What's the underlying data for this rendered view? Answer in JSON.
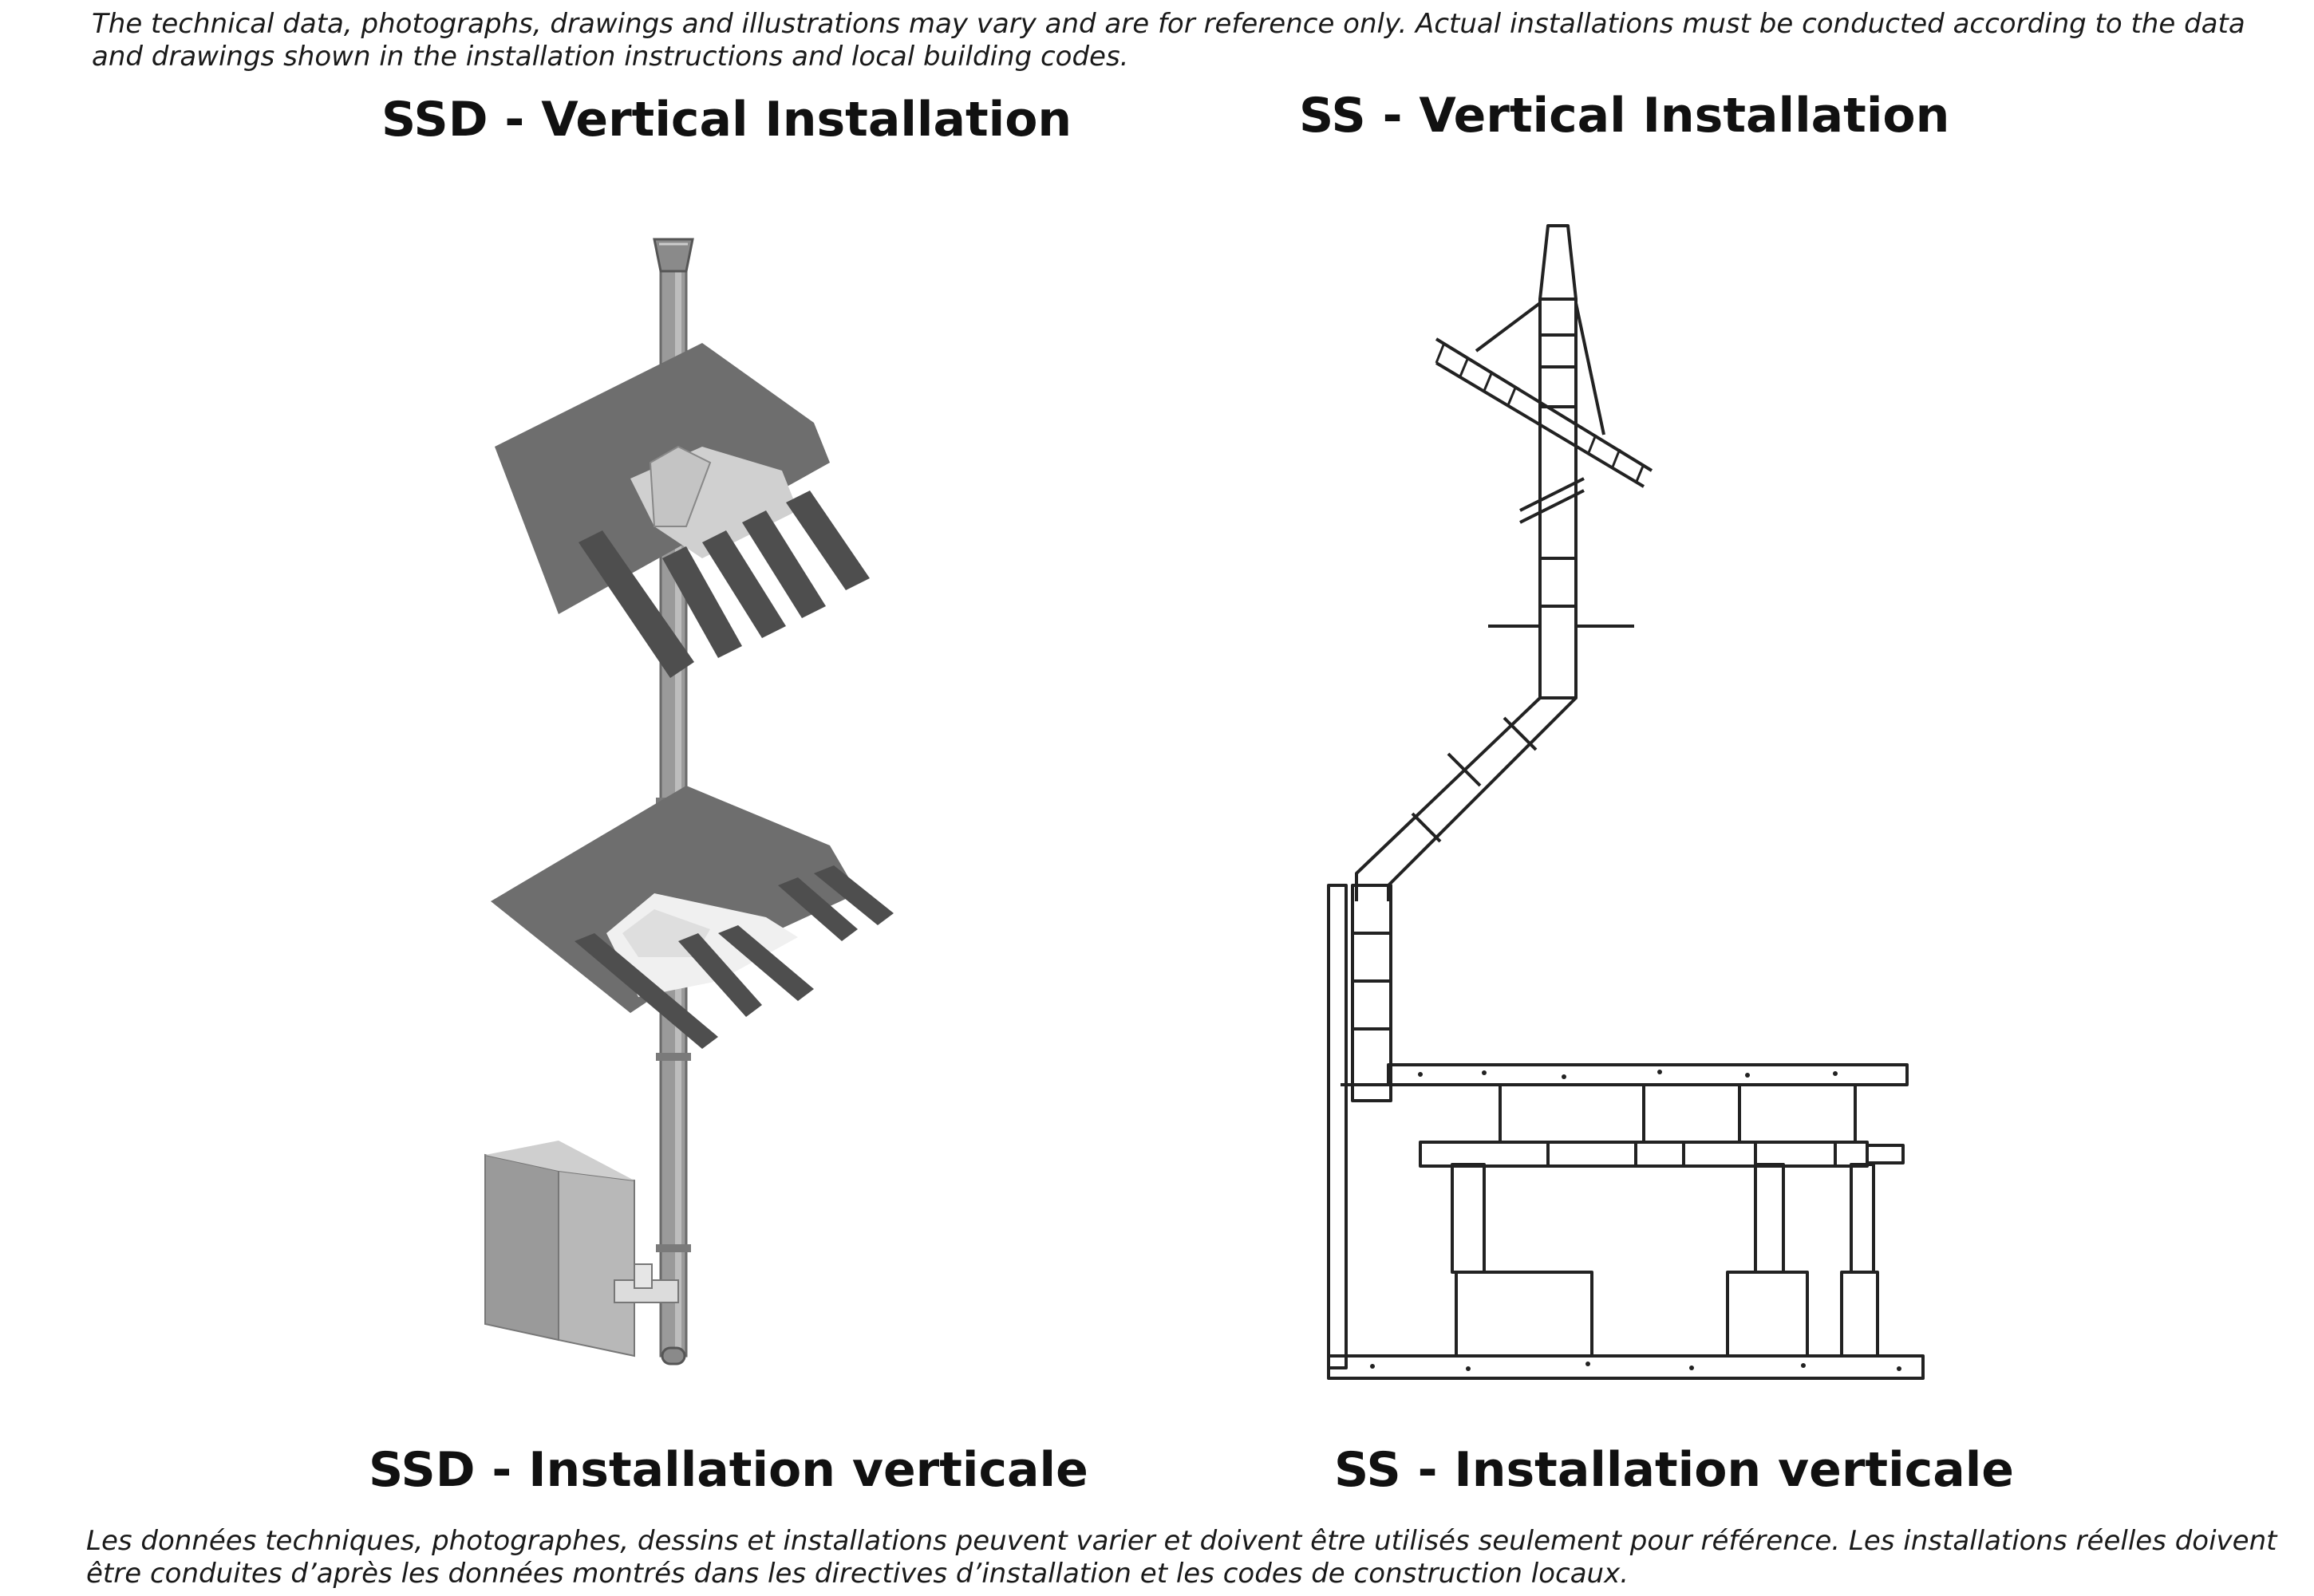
{
  "disclaimer_en": "The technical data, photographs, drawings and illustrations may vary and are for reference only.  Actual installations must be conducted according to the data and drawings shown in the installation instructions and local building codes.",
  "disclaimer_fr": "Les données techniques, photographes, dessins et installations peuvent varier et doivent être utilisés seulement pour référence.  Les installations réelles doivent être conduites d’après les données montrés dans les directives d’installation et les codes de construction locaux.",
  "panels": {
    "ssd": {
      "title_en": "SSD - Vertical Installation",
      "title_fr": "SSD - Installation verticale"
    },
    "ss": {
      "title_en": "SS - Vertical Installation",
      "title_fr": "SS - Installation verticale"
    }
  },
  "colors": {
    "roof_panel": "#6e6e6e",
    "joist": "#555555",
    "pipe": "#9a9a9a",
    "flashing": "#d8d8d8",
    "appliance": "#a8a8a8",
    "line_art": "#222222"
  }
}
